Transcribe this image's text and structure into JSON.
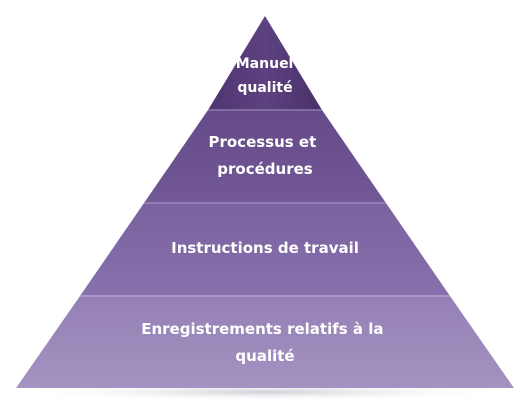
{
  "diagram": {
    "type": "pyramid",
    "levels": [
      {
        "label_lines": [
          "Manuel",
          "qualité"
        ]
      },
      {
        "label_lines": [
          "Processus et",
          "procédures"
        ]
      },
      {
        "label_lines": [
          "Instructions de travail"
        ]
      },
      {
        "label_lines": [
          "Enregistrements relatifs à la",
          "qualité"
        ]
      }
    ],
    "colors": {
      "tier_top": "#5a3f7c",
      "tier_second": "#6d5290",
      "tier_third": "#7f67a3",
      "tier_bottom": "#9a86b8",
      "text": "#ffffff",
      "shadow": "#cfcfd6"
    }
  }
}
